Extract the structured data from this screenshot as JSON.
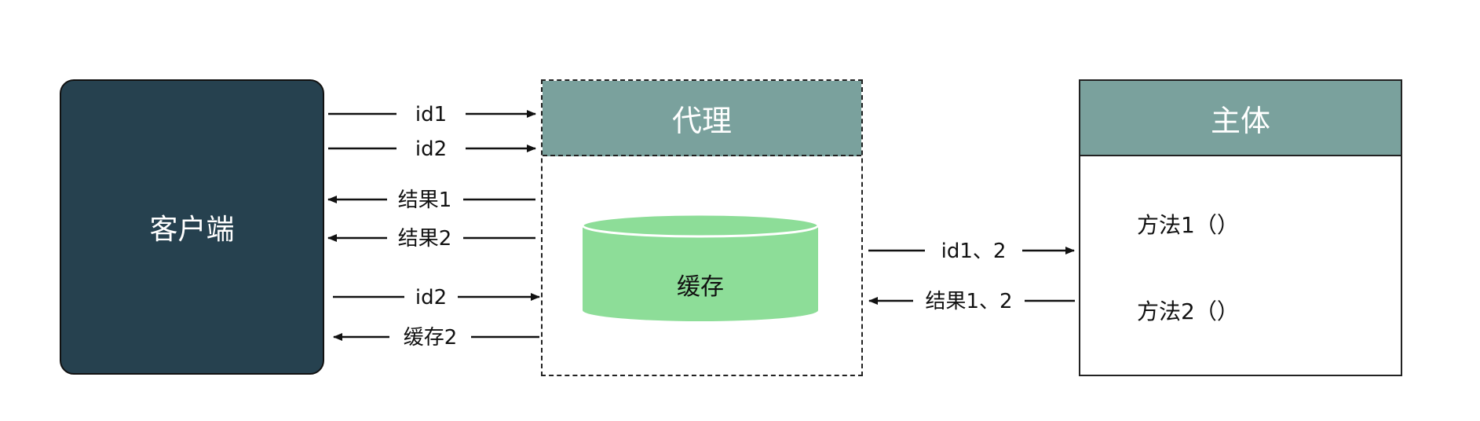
{
  "client": {
    "label": "客户端"
  },
  "proxy": {
    "title": "代理",
    "cache_label": "缓存"
  },
  "subject": {
    "title": "主体",
    "methods": [
      "方法1（）",
      "方法2（）"
    ]
  },
  "arrows": {
    "client_to_proxy": [
      "id1",
      "id2",
      "id2"
    ],
    "proxy_to_client": [
      "结果1",
      "结果2",
      "缓存2"
    ],
    "proxy_to_subject": "id1、2",
    "subject_to_proxy": "结果1、2"
  },
  "colors": {
    "client_fill": "#26414f",
    "header_fill": "#7aa19d",
    "cache_fill": "#8ddd98"
  }
}
